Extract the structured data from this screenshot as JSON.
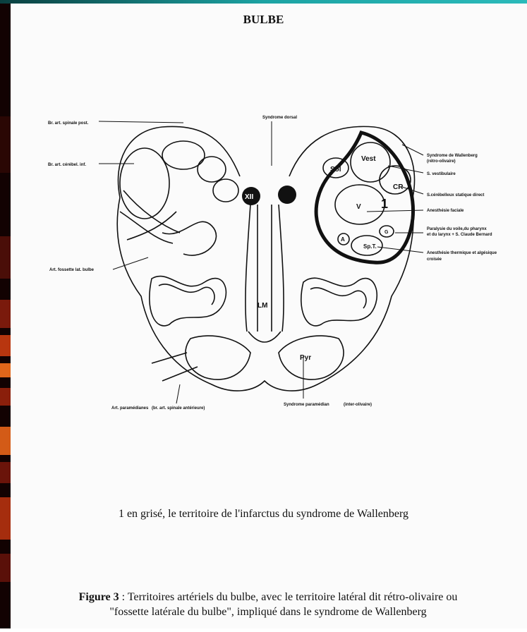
{
  "title": "BULBE",
  "labels_left": {
    "spinale_post": "Br. art. spinale post.",
    "cerebel_inf": "Br. art. cérébel. inf.",
    "fossette": "Art. fossette lat. bulbe",
    "paramedianes": "Art. paramédianes",
    "spinale_ant": "(br. art. spinale antérieure)"
  },
  "labels_top": {
    "syndrome_dorsal": "Syndrome dorsal"
  },
  "labels_right": {
    "wallenberg": "Syndrome de Wallenberg",
    "retro_olivaire": "(rétro-olivaire)",
    "vestibulaire": "S. vestibulaire",
    "cerebelleux": "S.cérébelleux statique direct",
    "anesthesie_faciale": "Anesthésie faciale",
    "paralysie_1": "Paralysie du voile,du pharynx",
    "paralysie_2": "et du larynx + S. Claude Bernard",
    "anesthesie_thermique": "Anesthésie thermique et algésique",
    "croisee": "croisée"
  },
  "labels_bottom": {
    "syndrome_paramedian": "Syndrome paramédian",
    "inter_olivaire": "(inter-olivaire)"
  },
  "inner_labels": {
    "xii": "XII",
    "vest": "Vest",
    "sol": "Sol",
    "cr": "CR",
    "v": "V",
    "one": "1",
    "a": "A",
    "sp": "Sp.T.",
    "g": "G",
    "lm": "LM",
    "pyr": "Pyr"
  },
  "caption_line": "1 en grisé, le territoire de l'infarctus du syndrome de Wallenberg",
  "figure": {
    "label": "Figure 3",
    "text_1": " : Territoires artériels du bulbe, avec le territoire latéral dit rétro-olivaire ou",
    "text_2": "\"fossette latérale du bulbe\", impliqué dans le syndrome de Wallenberg"
  },
  "colors": {
    "teal_bar": "#1ca3a3",
    "left_strip_dark": "#3a0a06",
    "left_strip_orange": "#e0661a",
    "ink": "#111111"
  }
}
